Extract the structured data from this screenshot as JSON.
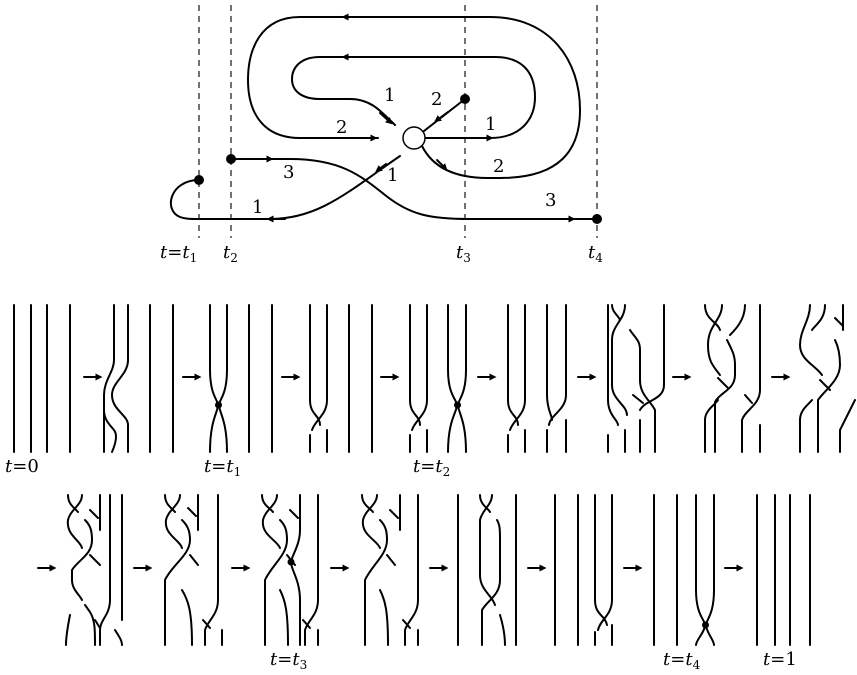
{
  "top_diagram": {
    "edge_labels": [
      "1",
      "2",
      "1",
      "2",
      "1",
      "2",
      "3",
      "1",
      "3"
    ],
    "time_labels": [
      {
        "var": "t",
        "eq": "=",
        "sym": "t",
        "sub": "1"
      },
      {
        "var": "",
        "eq": "",
        "sym": "t",
        "sub": "2"
      },
      {
        "var": "",
        "eq": "",
        "sym": "t",
        "sub": "3"
      },
      {
        "var": "",
        "eq": "",
        "sym": "t",
        "sub": "4"
      }
    ]
  },
  "braid_sequence": {
    "row1_labels": [
      {
        "var": "t",
        "eq": "=",
        "val": "0",
        "sub": ""
      },
      {
        "var": "t",
        "eq": "=",
        "val": "t",
        "sub": "1"
      },
      {
        "var": "t",
        "eq": "=",
        "val": "t",
        "sub": "2"
      }
    ],
    "row2_labels": [
      {
        "var": "t",
        "eq": "=",
        "val": "t",
        "sub": "3"
      },
      {
        "var": "t",
        "eq": "=",
        "val": "t",
        "sub": "4"
      },
      {
        "var": "t",
        "eq": "=",
        "val": "1",
        "sub": ""
      }
    ]
  }
}
